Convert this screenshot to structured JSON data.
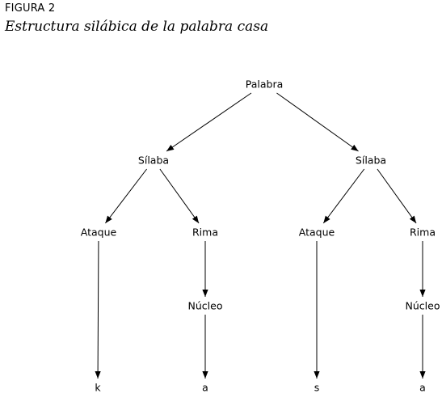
{
  "figure": {
    "label": "FIGURA 2",
    "title": "Estructura silábica de la palabra casa"
  },
  "tree": {
    "nodes": [
      {
        "id": "root",
        "label": "Palabra"
      },
      {
        "id": "syl1",
        "label": "Sílaba"
      },
      {
        "id": "syl2",
        "label": "Sílaba"
      },
      {
        "id": "onset1",
        "label": "Ataque"
      },
      {
        "id": "rime1",
        "label": "Rima"
      },
      {
        "id": "onset2",
        "label": "Ataque"
      },
      {
        "id": "rime2",
        "label": "Rima"
      },
      {
        "id": "nucleus1",
        "label": "Núcleo"
      },
      {
        "id": "nucleus2",
        "label": "Núcleo"
      },
      {
        "id": "seg-k",
        "label": "k"
      },
      {
        "id": "seg-a1",
        "label": "a"
      },
      {
        "id": "seg-s",
        "label": "s"
      },
      {
        "id": "seg-a2",
        "label": "a"
      }
    ],
    "edges": [
      {
        "from": "root",
        "to": "syl1"
      },
      {
        "from": "root",
        "to": "syl2"
      },
      {
        "from": "syl1",
        "to": "onset1"
      },
      {
        "from": "syl1",
        "to": "rime1"
      },
      {
        "from": "syl2",
        "to": "onset2"
      },
      {
        "from": "syl2",
        "to": "rime2"
      },
      {
        "from": "onset1",
        "to": "seg-k"
      },
      {
        "from": "rime1",
        "to": "nucleus1"
      },
      {
        "from": "nucleus1",
        "to": "seg-a1"
      },
      {
        "from": "onset2",
        "to": "seg-s"
      },
      {
        "from": "rime2",
        "to": "nucleus2"
      },
      {
        "from": "nucleus2",
        "to": "seg-a2"
      }
    ]
  },
  "colors": {
    "text": "#000000",
    "background": "#ffffff"
  }
}
